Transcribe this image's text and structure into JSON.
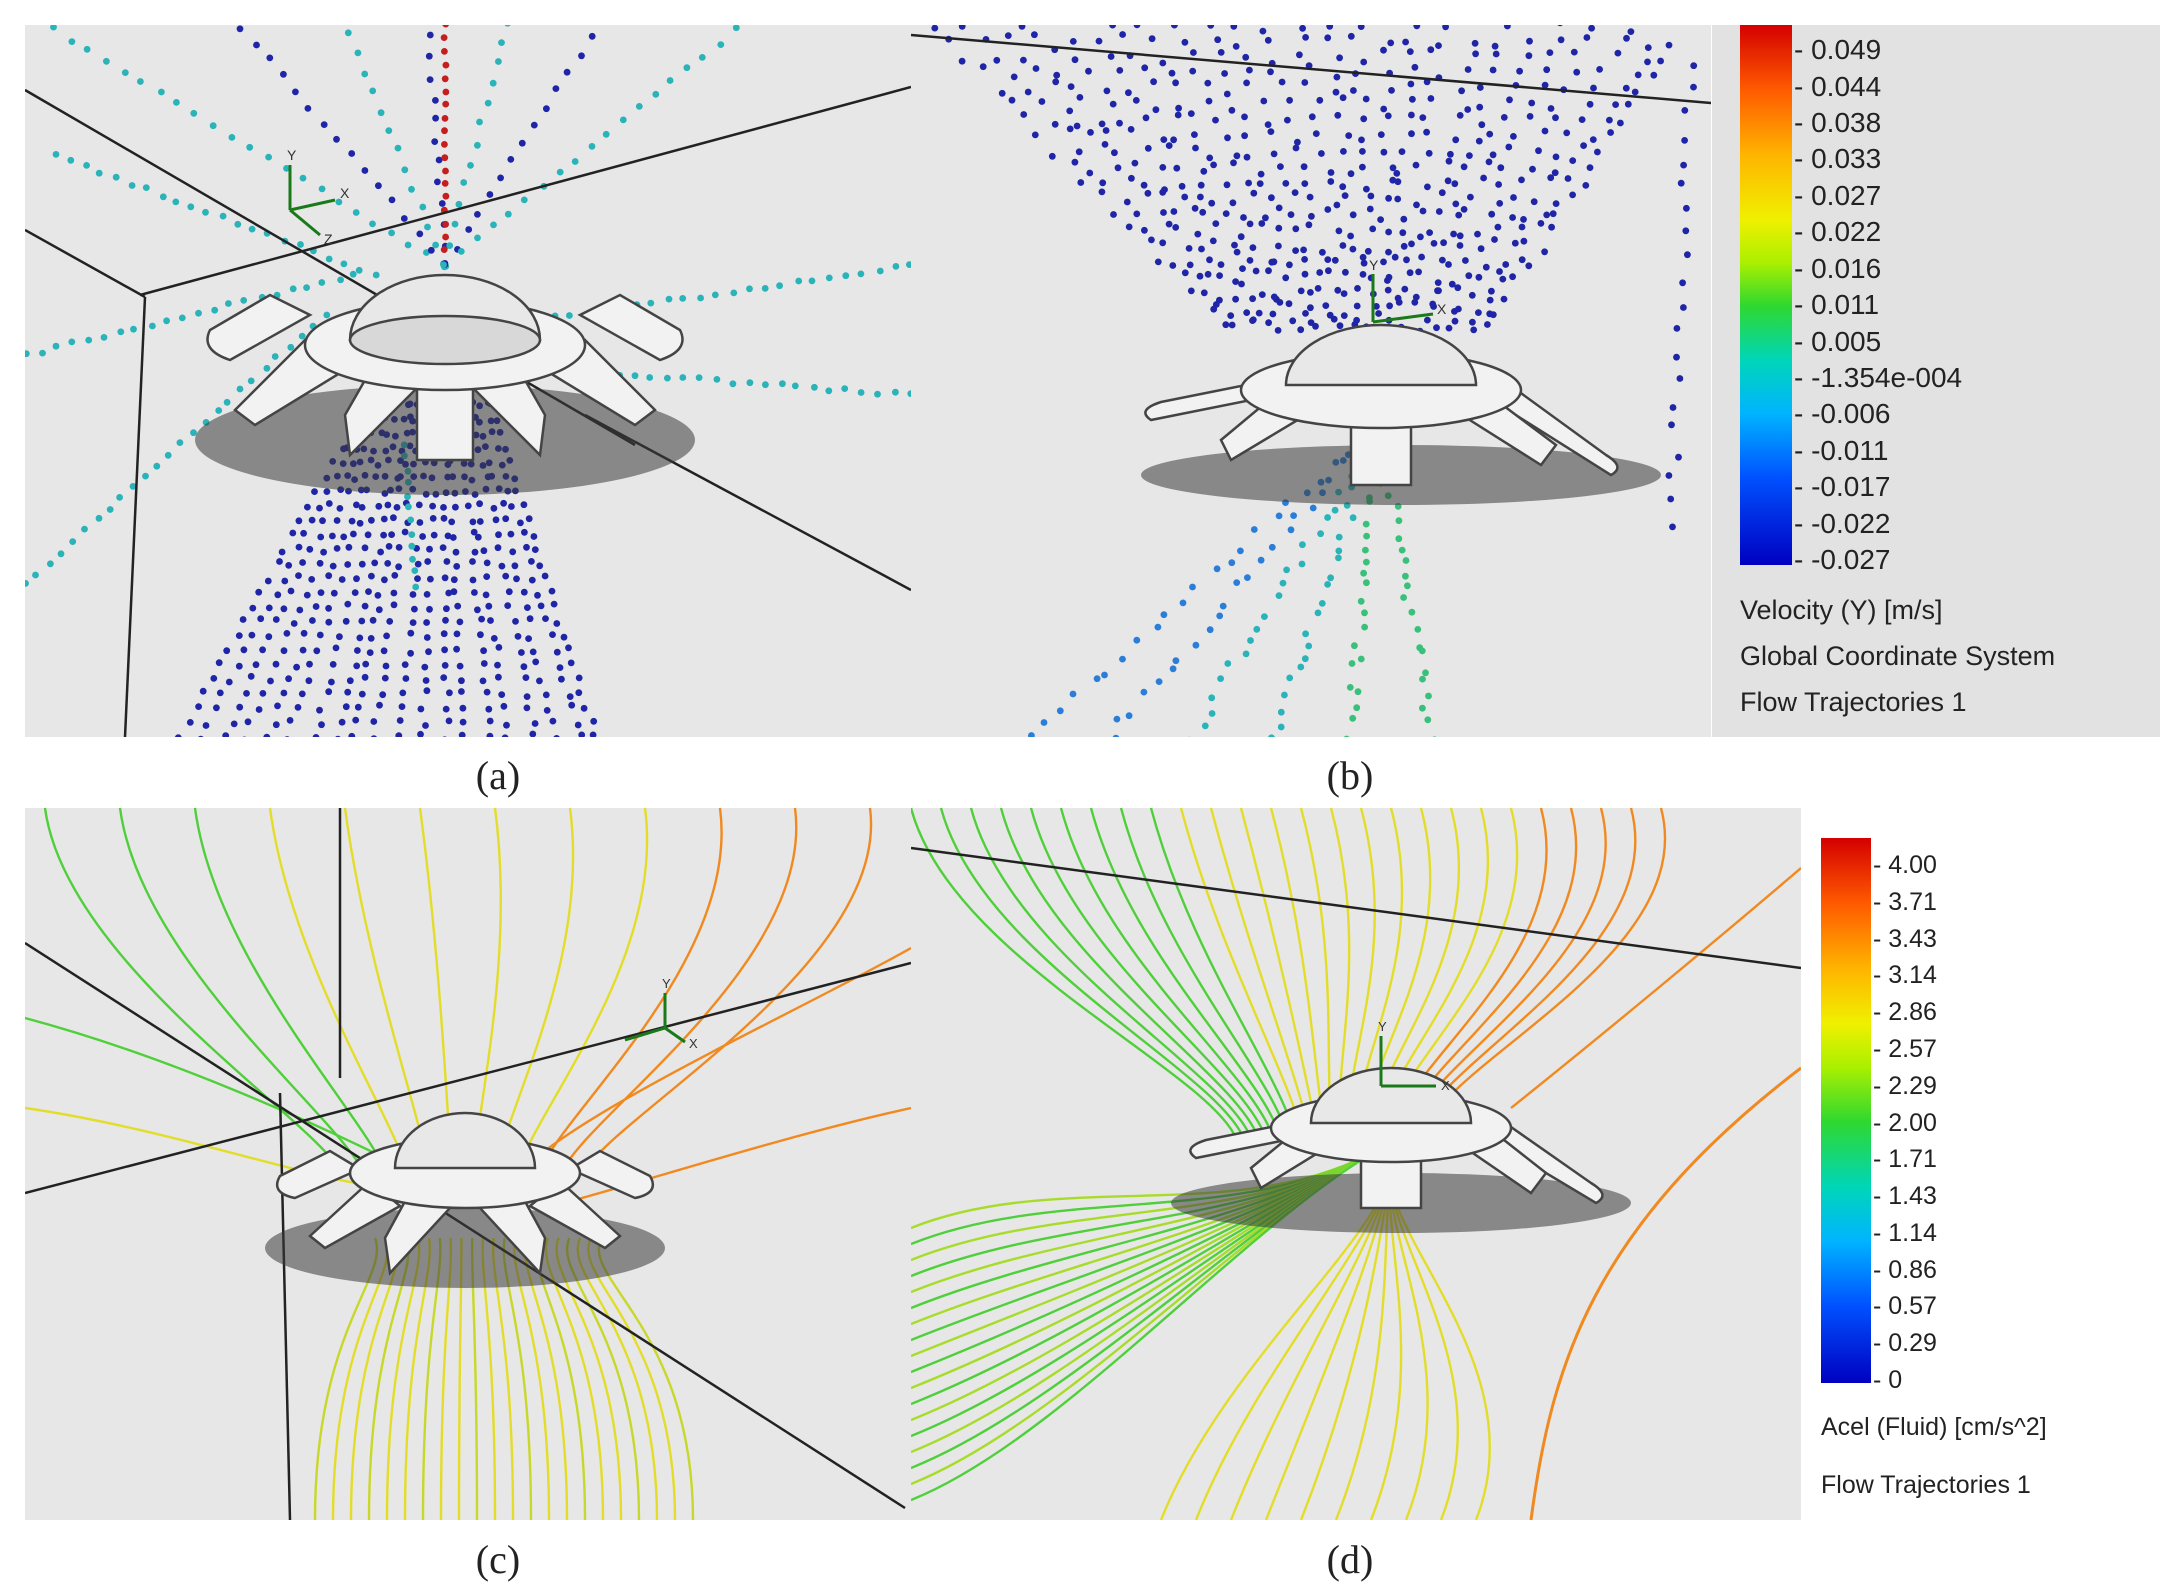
{
  "panels": {
    "a": {
      "caption": "(a)"
    },
    "b": {
      "caption": "(b)"
    },
    "c": {
      "caption": "(c)"
    },
    "d": {
      "caption": "(d)"
    }
  },
  "axis_labels": {
    "x": "X",
    "y": "Y",
    "z": "Z"
  },
  "legend_top": {
    "ticks": [
      "0.049",
      "0.044",
      "0.038",
      "0.033",
      "0.027",
      "0.022",
      "0.016",
      "0.011",
      "0.005",
      "-1.354e-004",
      "-0.006",
      "-0.011",
      "-0.017",
      "-0.022",
      "-0.027"
    ],
    "quantity": "Velocity (Y) [m/s]",
    "line2": "Global Coordinate System",
    "line3": "Flow Trajectories 1"
  },
  "legend_bottom": {
    "ticks": [
      "4.00",
      "3.71",
      "3.43",
      "3.14",
      "2.86",
      "2.57",
      "2.29",
      "2.00",
      "1.71",
      "1.43",
      "1.14",
      "0.86",
      "0.57",
      "0.29",
      "0"
    ],
    "quantity": "Acel (Fluid) [cm/s^2]",
    "line2": "Flow Trajectories 1"
  },
  "colors": {
    "background": "#e7e7e7",
    "scale": [
      "#d40000",
      "#ff6a00",
      "#ffd200",
      "#e6f500",
      "#2fd82f",
      "#00d6c8",
      "#00a8ff",
      "#0028ff",
      "#0000c8"
    ],
    "dots_blue": "#1f25a6",
    "dots_cyan": "#2ab3b8",
    "dots_red": "#c41e1e",
    "lines_green": "#4fcf3a",
    "lines_yellow": "#e3dd2a",
    "lines_orange": "#f08a20"
  }
}
